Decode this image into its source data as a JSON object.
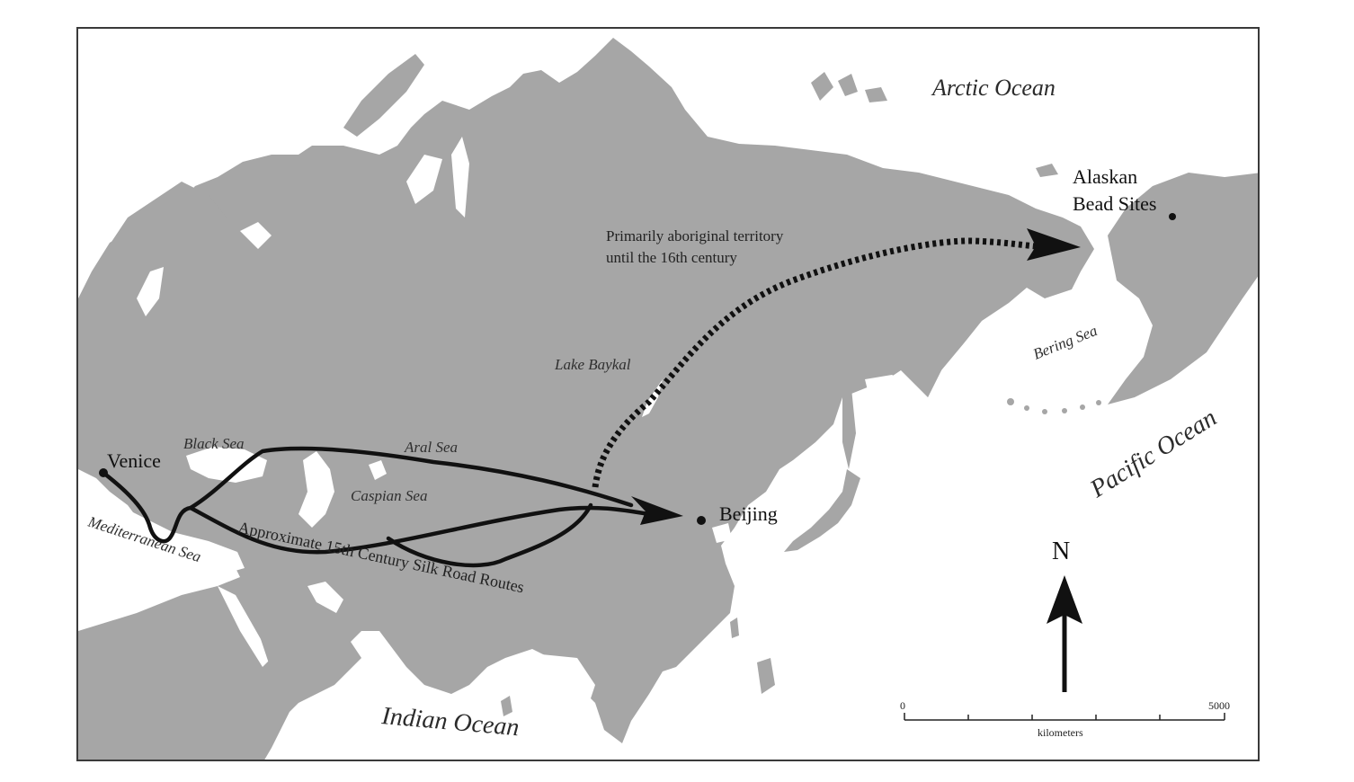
{
  "oceans": {
    "arctic": "Arctic Ocean",
    "pacific": "Pacific Ocean",
    "indian": "Indian Ocean"
  },
  "seas": {
    "black": "Black Sea",
    "aral": "Aral Sea",
    "caspian": "Caspian Sea",
    "mediterranean": "Mediterranean Sea",
    "bering": "Bering Sea",
    "baykal": "Lake Baykal"
  },
  "places": {
    "venice": "Venice",
    "beijing": "Beijing",
    "alaskan_line1": "Alaskan",
    "alaskan_line2": "Bead Sites"
  },
  "annotations": {
    "aboriginal_line1": "Primarily aboriginal territory",
    "aboriginal_line2": "until the 16th century",
    "silk_road": "Approximate 15th Century Silk Road Routes"
  },
  "north_arrow": {
    "label": "N"
  },
  "scale_bar": {
    "min_label": "0",
    "max_label": "5000",
    "unit": "kilometers"
  },
  "colors": {
    "land": "#a6a6a6",
    "water": "#ffffff",
    "route": "#111111",
    "border": "#3a3a3a"
  }
}
